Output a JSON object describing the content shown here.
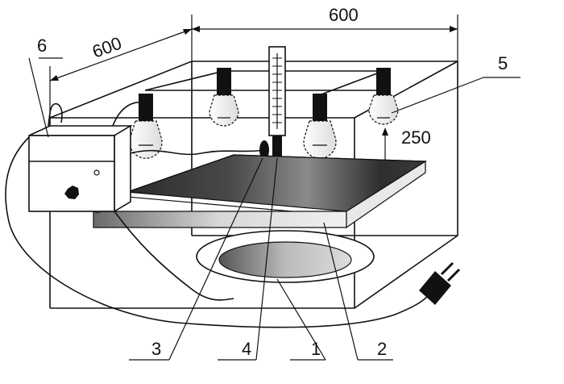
{
  "dimensions": {
    "width_top": "600",
    "depth_left": "600",
    "lamp_height": "250"
  },
  "labels": {
    "l1": "1",
    "l2": "2",
    "l3": "3",
    "l4": "4",
    "l5": "5",
    "l6": "6"
  }
}
